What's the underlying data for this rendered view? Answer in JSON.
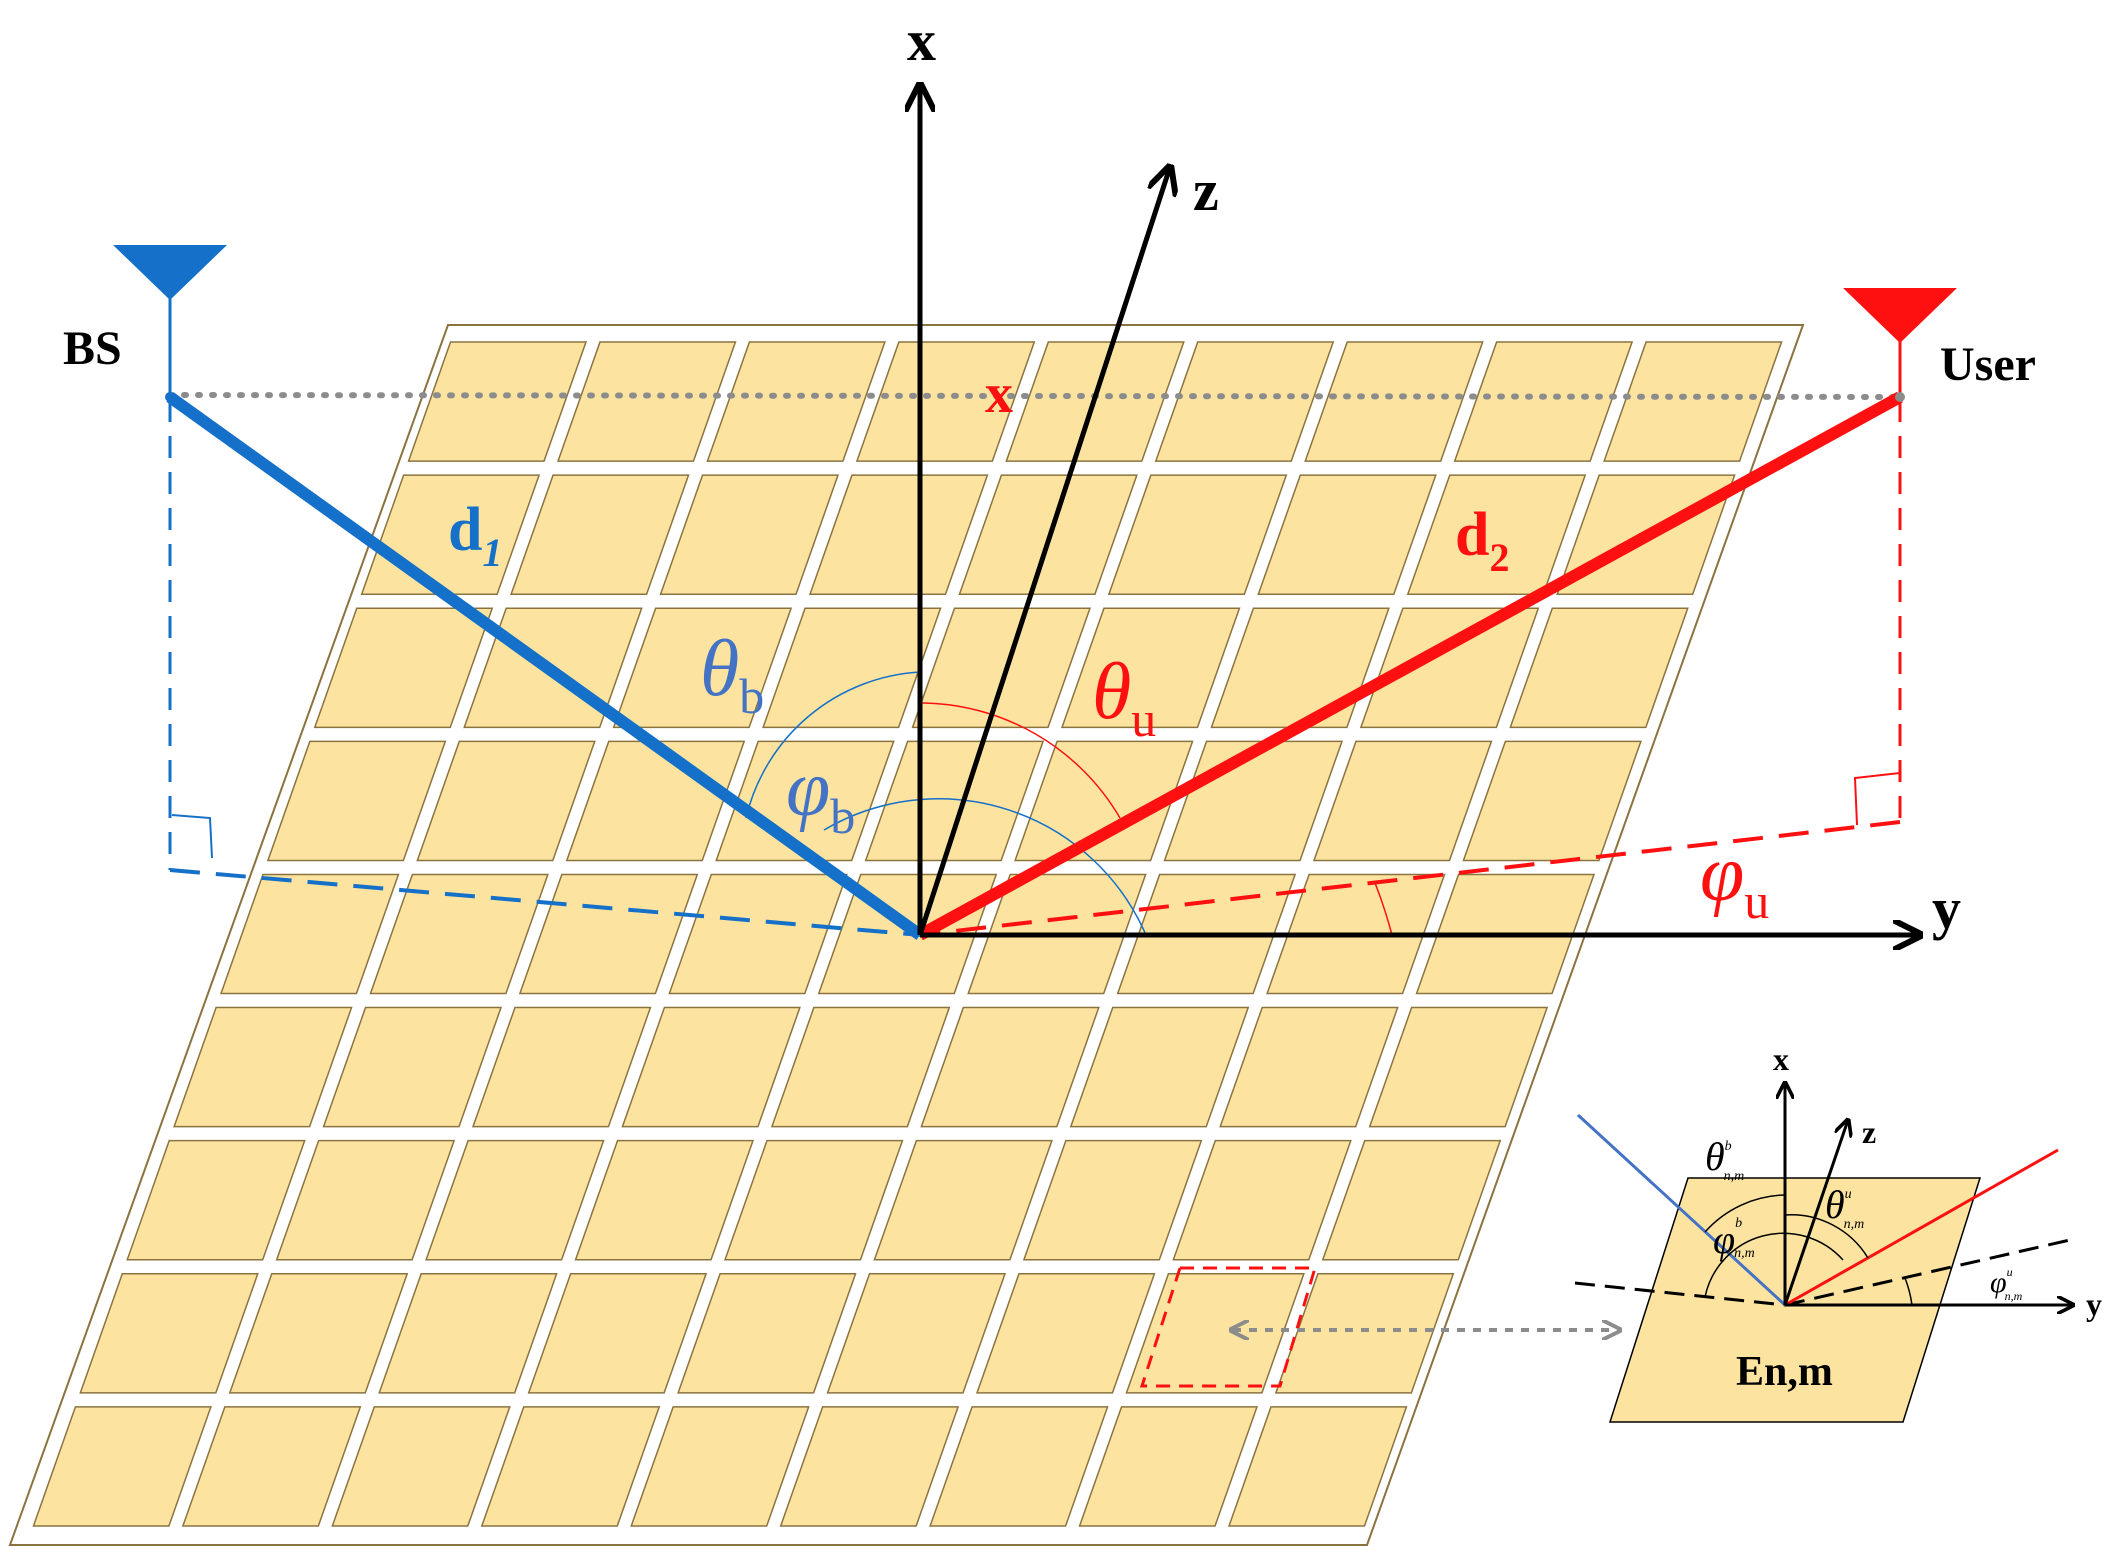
{
  "labels": {
    "axis_x": "x",
    "axis_y": "y",
    "axis_z": "z",
    "bs": "BS",
    "user": "User",
    "d1_main": "d",
    "d1_sub": "1",
    "d2_main": "d",
    "d2_sub": "2",
    "x_mark": "x",
    "theta_b_main": "θ",
    "theta_b_sub": "b",
    "phi_b_main": "φ",
    "phi_b_sub": "b",
    "theta_u_main": "θ",
    "theta_u_sub": "u",
    "phi_u_main": "φ",
    "phi_u_sub": "u",
    "element": "En,m",
    "inset_axis_x": "x",
    "inset_axis_y": "y",
    "inset_axis_z": "z",
    "inset_theta_b_main": "θ",
    "inset_theta_b_sup": "b",
    "inset_theta_b_sub": "n,m",
    "inset_phi_b_main": "φ",
    "inset_phi_b_sup": "b",
    "inset_phi_b_sub": "n,m",
    "inset_theta_u_main": "θ",
    "inset_theta_u_sup": "u",
    "inset_theta_u_sub": "n,m",
    "inset_phi_u_main": "φ",
    "inset_phi_u_sup": "u",
    "inset_phi_u_sub": "n,m"
  },
  "grid": {
    "rows": 9,
    "cols": 9
  },
  "colors": {
    "panel_fill": "#FCE4A0",
    "panel_stroke": "#8B7340",
    "bs_blue": "#1470C8",
    "user_red": "#FF1010",
    "axis": "#000000",
    "dotted": "#8C8C8C"
  }
}
